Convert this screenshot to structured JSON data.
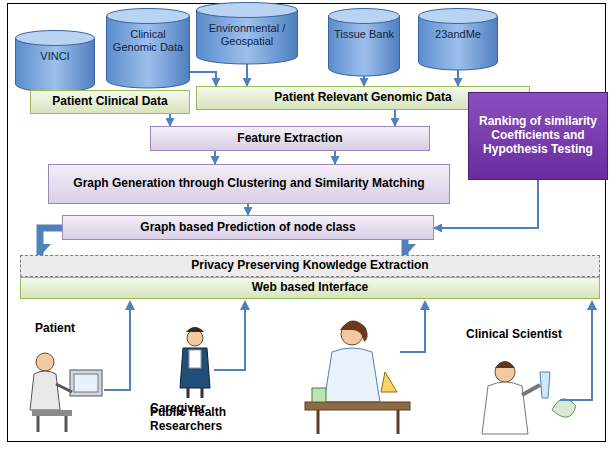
{
  "diagram": {
    "nodes": [
      {
        "text": [
          "VINCI"
        ]
      },
      {
        "text": [
          "Clinical Genomic Data"
        ]
      },
      {
        "text": [
          "Environmental / Geospatial"
        ]
      },
      {
        "text": [
          "Tissue Bank"
        ]
      },
      {
        "text": [
          "23andMe"
        ]
      },
      {
        "text": [
          "Patient Clinical Data"
        ]
      },
      {
        "text": [
          "Patient Relevant Genomic Data"
        ]
      },
      {
        "text": [
          "Ranking of similarity Coefficients and Hypothesis Testing"
        ]
      },
      {
        "text": [
          "Feature Extraction"
        ]
      },
      {
        "text": [
          "Graph Generation through Clustering and Similarity Matching"
        ]
      },
      {
        "text": [
          "Graph based Prediction of node class"
        ]
      },
      {
        "text": [
          "Privacy Preserving Knowledge Extraction"
        ]
      },
      {
        "text": [
          "Web based Interface"
        ]
      }
    ],
    "edges": [
      {
        "from": 0,
        "to": 5,
        "arrow": "to"
      },
      {
        "from": 1,
        "to": 6,
        "arrow": "to"
      },
      {
        "from": 2,
        "to": 6,
        "arrow": "to"
      },
      {
        "from": 3,
        "to": 6,
        "arrow": "to"
      },
      {
        "from": 4,
        "to": 6,
        "arrow": "to"
      },
      {
        "from": 5,
        "to": 8,
        "arrow": "to"
      },
      {
        "from": 6,
        "to": 8,
        "arrow": "to"
      },
      {
        "from": 8,
        "to": 9,
        "arrow": "to"
      },
      {
        "from": 8,
        "to": 9,
        "arrow": "to"
      },
      {
        "from": 9,
        "to": 10,
        "arrow": "to"
      },
      {
        "from": 7,
        "to": 10,
        "arrow": "to"
      },
      {
        "from": 10,
        "to": 11,
        "arrow": "to"
      },
      {
        "from": 10,
        "to": 11,
        "arrow": "to"
      }
    ],
    "labels": [
      "Patient",
      "Caregiver",
      "Public Health Researchers",
      "Clinical Scientist"
    ]
  }
}
